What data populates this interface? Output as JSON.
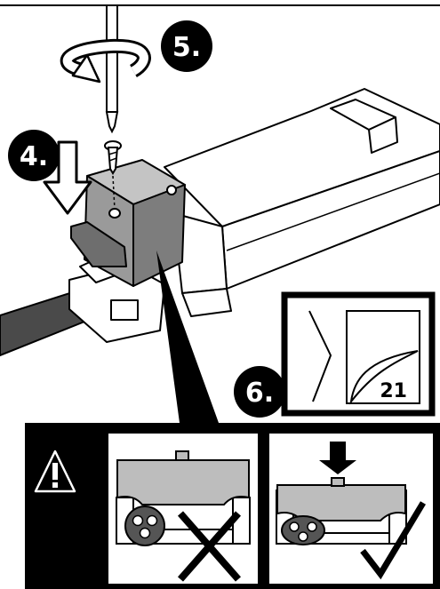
{
  "steps": {
    "step4": "4.",
    "step5": "5.",
    "step6": "6."
  },
  "page_reference": {
    "number": "21"
  },
  "colors": {
    "ink": "#000000",
    "housing": "#9a9a9a",
    "housing_top": "#c4c4c4",
    "housing_dark": "#6e6e6e",
    "cable": "#4a4a4a",
    "driver": "#ffffff",
    "warning_band": "#000000",
    "inset_fill": "#bdbdbd"
  },
  "icons": {
    "rotation": "rotate-clockwise-arrow-icon",
    "press_down": "down-arrow-icon",
    "warning": "warning-triangle-icon",
    "wrong": "cross-mark-icon",
    "correct": "check-mark-icon"
  }
}
